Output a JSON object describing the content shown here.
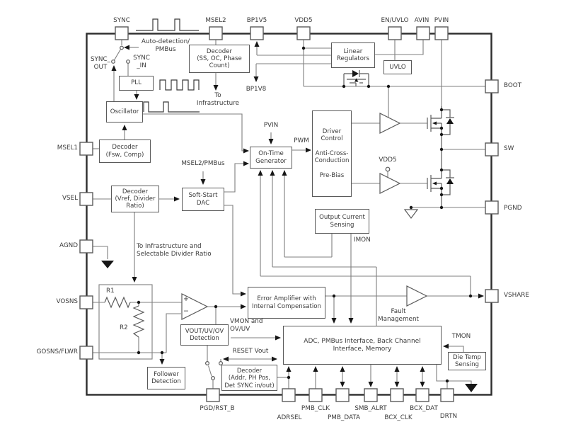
{
  "pins": {
    "top": [
      {
        "id": "sync",
        "label": "SYNC"
      },
      {
        "id": "msel2",
        "label": "MSEL2"
      },
      {
        "id": "bp1v5",
        "label": "BP1V5"
      },
      {
        "id": "vdd5",
        "label": "VDD5"
      },
      {
        "id": "en-uvlo",
        "label": "EN/UVLO"
      },
      {
        "id": "avin",
        "label": "AVIN"
      },
      {
        "id": "pvin",
        "label": "PVIN"
      }
    ],
    "left": [
      {
        "id": "msel1",
        "label": "MSEL1"
      },
      {
        "id": "vsel",
        "label": "VSEL"
      },
      {
        "id": "agnd",
        "label": "AGND"
      },
      {
        "id": "vosns",
        "label": "VOSNS"
      },
      {
        "id": "gosns-flwr",
        "label": "GOSNS/FLWR"
      }
    ],
    "right": [
      {
        "id": "boot",
        "label": "BOOT"
      },
      {
        "id": "sw",
        "label": "SW"
      },
      {
        "id": "pgnd",
        "label": "PGND"
      },
      {
        "id": "vshare",
        "label": "VSHARE"
      }
    ],
    "bottom": [
      {
        "id": "pgd-rst-b",
        "label": "PGD/RST_B"
      },
      {
        "id": "adrsel",
        "label": "ADRSEL"
      },
      {
        "id": "pmb-clk",
        "label": "PMB_CLK"
      },
      {
        "id": "pmb-data",
        "label": "PMB_DATA"
      },
      {
        "id": "smb-alrt",
        "label": "SMB_ALRT"
      },
      {
        "id": "bcx-clk",
        "label": "BCX_CLK"
      },
      {
        "id": "bcx-dat",
        "label": "BCX_DAT"
      },
      {
        "id": "drtn",
        "label": "DRTN"
      }
    ]
  },
  "blocks": {
    "pll": "PLL",
    "oscillator": "Oscillator",
    "decoder_ss": "Decoder\n(SS, OC, Phase\nCount)",
    "linear_regulators": "Linear\nRegulators",
    "uvlo": "UVLO",
    "decoder_fsw": "Decoder\n(Fsw, Comp)",
    "decoder_vref": "Decoder\n(Vref, Divider\nRatio)",
    "soft_start_dac": "Soft-Start\nDAC",
    "on_time_generator": "On-Time\nGenerator",
    "driver_control": "Driver\nControl\n\nAnti-Cross-\nConduction\n\nPre-Bias",
    "output_current_sensing": "Output Current\nSensing",
    "error_amplifier": "Error Amplifier with\nInternal Compensation",
    "vout_detection": "VOUT/UV/OV\nDetection",
    "follower_detection": "Follower\nDetection",
    "decoder_addr": "Decoder\n(Addr, PH Pos,\nDet SYNC in/out)",
    "adc_interface": "ADC, PMBus Interface, Back Channel\nInterface, Memory",
    "die_temp": "Die Temp\nSensing"
  },
  "labels": {
    "auto_detection": "Auto-detection/\nPMBus",
    "sync_out": "SYNC_\nOUT",
    "sync_in": "SYNC\n_IN",
    "to_infrastructure": "To\nInfrastructure",
    "bp1v8": "BP1V8",
    "msel2_pmbus": "MSEL2/PMBus",
    "pvin": "PVIN",
    "pwm": "PWM",
    "vdd5": "VDD5",
    "to_infra_divider": "To Infrastructure and\nSelectable Divider Ratio",
    "r1": "R1",
    "r2": "R2",
    "imon": "IMON",
    "fault_management": "Fault\nManagement",
    "vmon_ovuv": "VMON and\nOV/UV",
    "reset_vout": "RESET Vout",
    "tmon": "TMON",
    "plus": "+",
    "minus": "−"
  },
  "colors": {
    "wire": "#7f7f7f",
    "symbol": "#5a5a5a",
    "outline": "#2d2d2d",
    "text": "#3a3a3a",
    "ink": "#161616",
    "background": "#ffffff"
  }
}
